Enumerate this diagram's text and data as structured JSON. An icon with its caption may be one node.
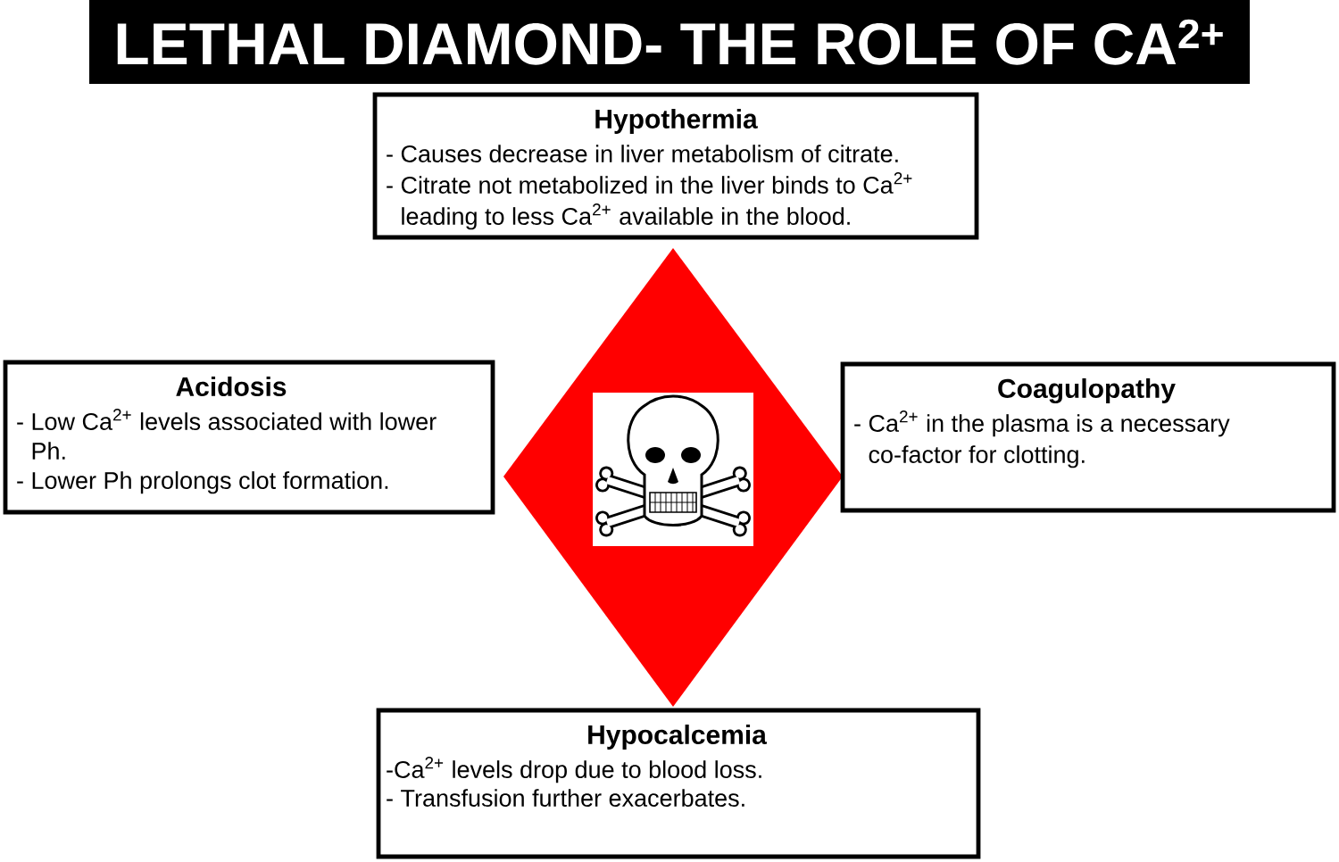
{
  "diagram": {
    "title": "LETHAL DIAMOND- THE ROLE OF CA$^{2+}$",
    "nodes": [
      {
        "text": [
          "Hypothermia",
          "- Causes decrease in liver metabolism of citrate.",
          "- Citrate not metabolized in the liver binds to Ca$^{2+}$ leading to less Ca$^{2+}$ available in the blood."
        ]
      },
      {
        "text": [
          "Acidosis",
          "- Low Ca$^{2+}$ levels associated with lower Ph.",
          "- Lower Ph prolongs clot formation."
        ]
      },
      {
        "text": [
          "Coagulopathy",
          "- Ca$^{2+}$ in the plasma is a necessary co-factor for clotting."
        ]
      },
      {
        "text": [
          "Hypocalcemia",
          "-Ca$^{2+}$ levels drop due to blood loss.",
          "- Transfusion further exacerbates."
        ]
      }
    ]
  }
}
